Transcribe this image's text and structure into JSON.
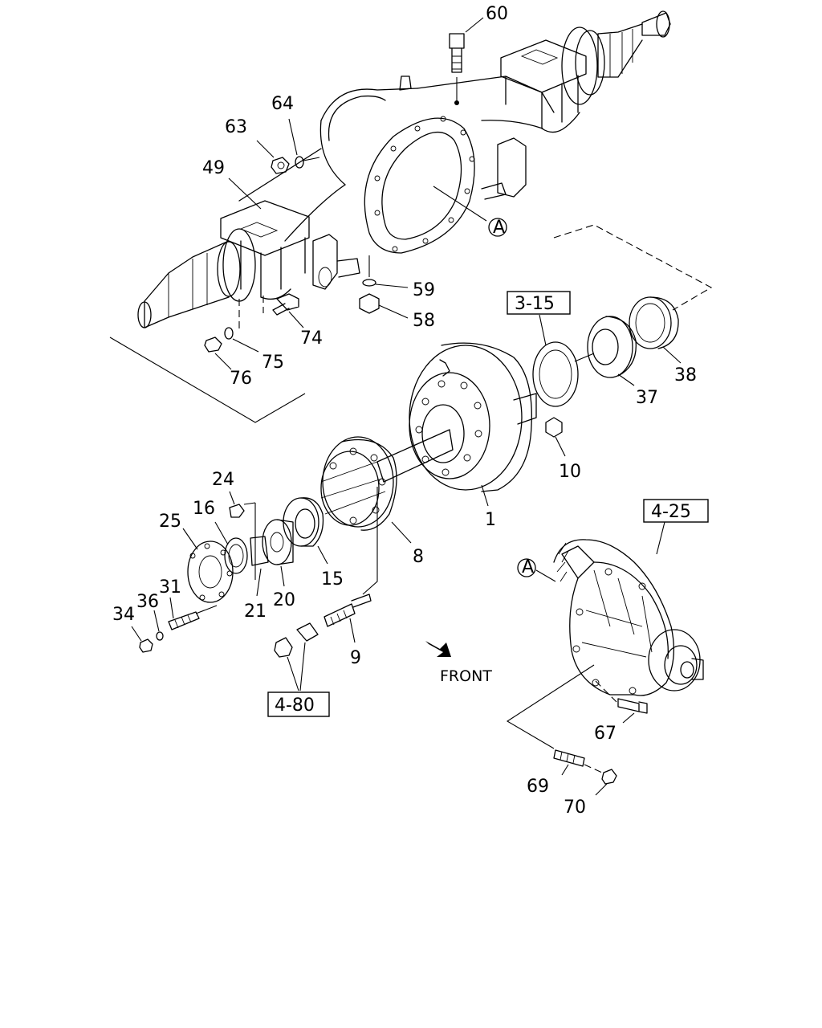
{
  "labels": {
    "p60": "60",
    "p64": "64",
    "p63": "63",
    "p49": "49",
    "pA1": "A",
    "p59": "59",
    "p58": "58",
    "p74": "74",
    "p75": "75",
    "p76": "76",
    "p38": "38",
    "p37": "37",
    "p10": "10",
    "p1": "1",
    "p24": "24",
    "p25": "25",
    "p16": "16",
    "p31": "31",
    "p36": "36",
    "p34": "34",
    "p21": "21",
    "p20": "20",
    "p15": "15",
    "p8": "8",
    "p9": "9",
    "pA2": "A",
    "p67": "67",
    "p69": "69",
    "p70": "70"
  },
  "ref_boxes": {
    "r315": "3-15",
    "r425": "4-25",
    "r480": "4-80"
  },
  "front_label": "FRONT"
}
